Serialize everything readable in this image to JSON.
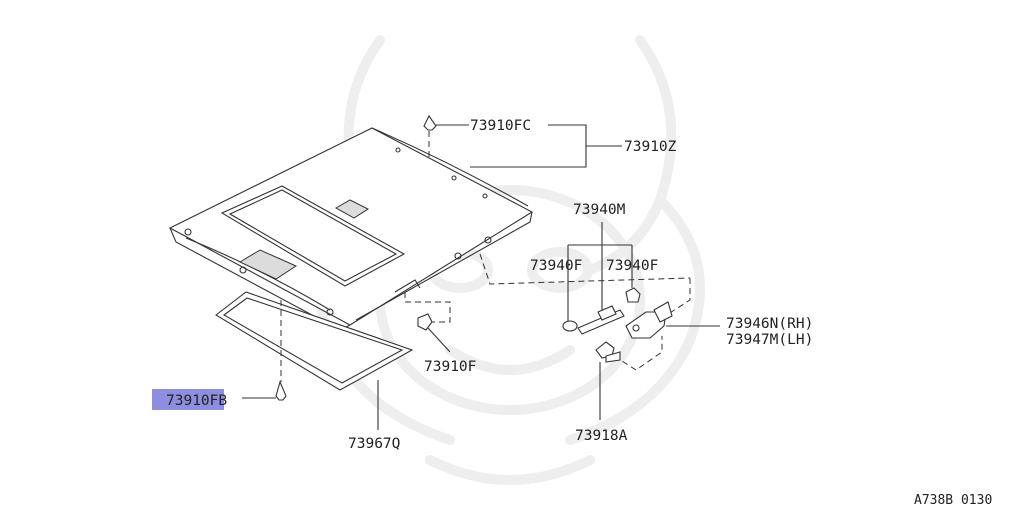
{
  "diagram": {
    "parts": [
      {
        "id": "p1",
        "code": "73910FC"
      },
      {
        "id": "p2",
        "code": "73910Z"
      },
      {
        "id": "p3",
        "code": "73940M"
      },
      {
        "id": "p4",
        "code": "73940F"
      },
      {
        "id": "p5",
        "code": "73940F"
      },
      {
        "id": "p6",
        "code": "73946N(RH)"
      },
      {
        "id": "p7",
        "code": "73947M(LH)"
      },
      {
        "id": "p8",
        "code": "73910F"
      },
      {
        "id": "p9",
        "code": "73910FB"
      },
      {
        "id": "p10",
        "code": "73967Q"
      },
      {
        "id": "p11",
        "code": "73918A"
      }
    ],
    "highlighted_part": "73910FB",
    "highlight_color": "#8e8ee0",
    "reference_code": "A738B 0130"
  }
}
